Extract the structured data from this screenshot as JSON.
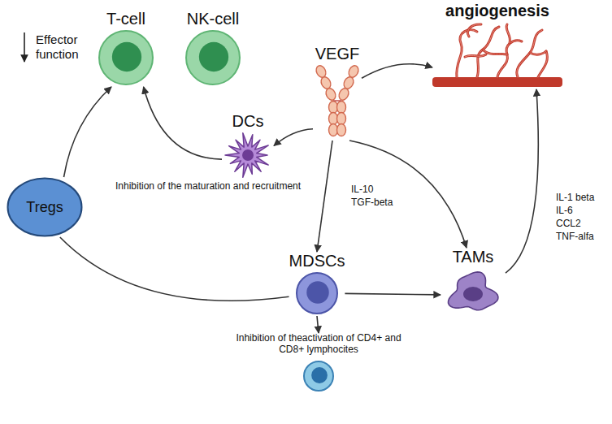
{
  "diagram": {
    "nodes": [
      {
        "text": [
          "T-cell"
        ]
      },
      {
        "text": [
          "NK-cell"
        ]
      },
      {
        "text": [
          "angiogenesis"
        ]
      },
      {
        "text": [
          "VEGF"
        ]
      },
      {
        "text": [
          "DCs"
        ]
      },
      {
        "text": [
          "Tregs"
        ]
      },
      {
        "text": [
          "MDSCs"
        ]
      },
      {
        "text": [
          "TAMs"
        ]
      },
      {
        "text": [
          "Inhibition of theactivation of CD4+ and CD8+ lymphocites"
        ]
      }
    ],
    "edges": [
      {
        "from": 5,
        "to": 0,
        "arrow": "to"
      },
      {
        "from": 4,
        "to": 0,
        "arrow": "to"
      },
      {
        "from": 3,
        "to": 2,
        "arrow": "to"
      },
      {
        "from": 3,
        "to": 4,
        "arrow": "to"
      },
      {
        "from": 3,
        "to": 6,
        "arrow": "to"
      },
      {
        "from": 3,
        "to": 7,
        "arrow": "to"
      },
      {
        "from": 6,
        "to": 7,
        "arrow": "to"
      },
      {
        "from": 6,
        "to": 5,
        "arrow": "none"
      },
      {
        "from": 7,
        "to": 2,
        "arrow": "to"
      },
      {
        "from": 6,
        "to": 8,
        "arrow": "to"
      }
    ],
    "labels": [
      "Effector function",
      "Inhibition of the maturation and recruitment",
      "IL-10",
      "TGF-beta",
      "IL-1 beta",
      "IL-6",
      "CCL2",
      "TNF-alfa"
    ]
  }
}
